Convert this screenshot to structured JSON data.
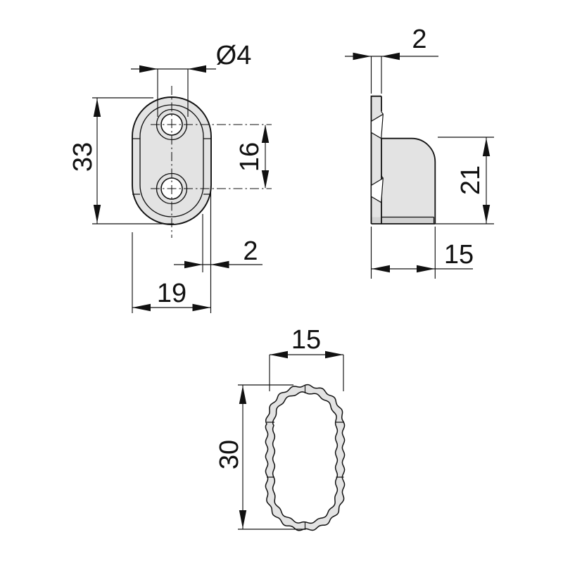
{
  "views": {
    "front": {
      "dim_hole_diameter": "Ø4",
      "dim_plate_height": "33",
      "dim_hole_spacing": "16",
      "dim_edge_offset": "2",
      "dim_plate_width": "19"
    },
    "side": {
      "dim_plate_thickness": "2",
      "dim_support_height": "21",
      "dim_support_depth": "15"
    },
    "section": {
      "dim_tube_width": "15",
      "dim_tube_height": "30"
    }
  },
  "colors": {
    "line": "#111111",
    "part_fill": "#e3e3e3",
    "part_fill_dark": "#d2d2d2",
    "background": "#ffffff"
  }
}
